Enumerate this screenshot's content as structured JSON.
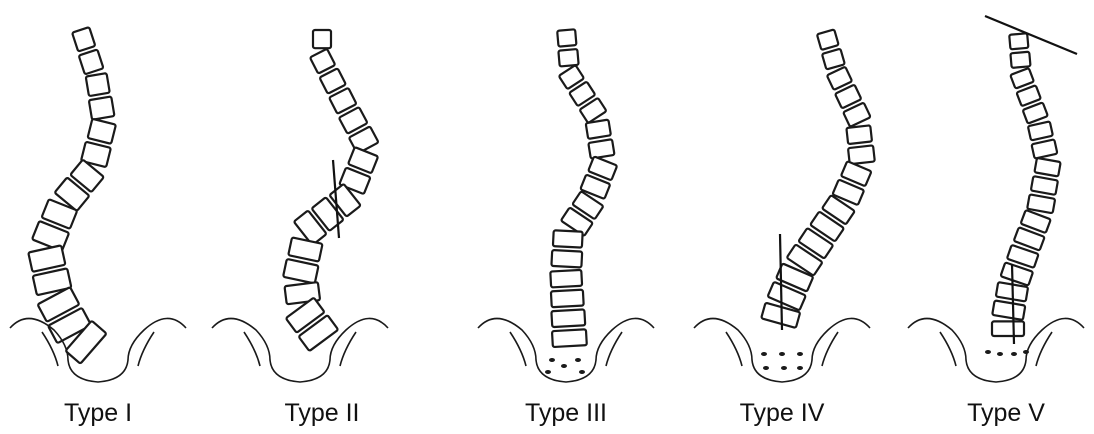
{
  "figure": {
    "types": [
      {
        "id": "type-1",
        "label": "Type I"
      },
      {
        "id": "type-2",
        "label": "Type II"
      },
      {
        "id": "type-3",
        "label": "Type III"
      },
      {
        "id": "type-4",
        "label": "Type IV"
      },
      {
        "id": "type-5",
        "label": "Type V"
      }
    ]
  }
}
